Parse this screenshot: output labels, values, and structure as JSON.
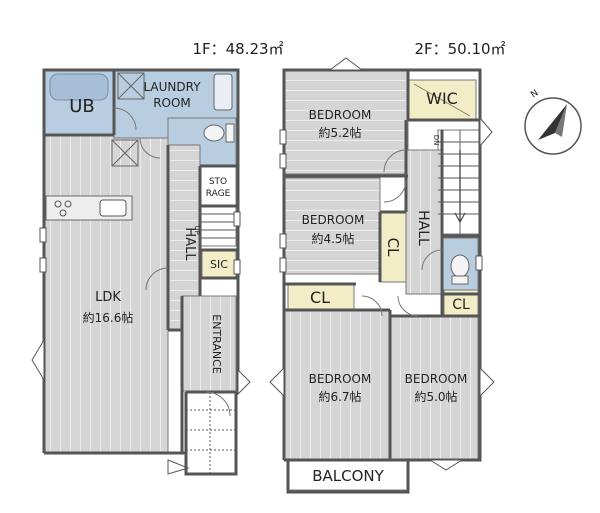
{
  "floors": {
    "first": {
      "title": "1F：48.23㎡",
      "rooms": {
        "ub": "UB",
        "laundry": [
          "LAUNDRY",
          "ROOM"
        ],
        "storage": [
          "STO",
          "RAGE"
        ],
        "hall": "HALL",
        "up": "UP",
        "sic": "SIC",
        "ldk": [
          "LDK",
          "約16.6帖"
        ],
        "entrance": "ENTRANCE"
      }
    },
    "second": {
      "title": "2F：50.10㎡",
      "rooms": {
        "wic": "WIC",
        "bedroom1": [
          "BEDROOM",
          "約5.2帖"
        ],
        "dn": "DN",
        "bedroom2": [
          "BEDROOM",
          "約4.5帖"
        ],
        "cl_vertical": "CL",
        "hall": "HALL",
        "cl_left": "CL",
        "cl_right": "CL",
        "bedroom3": [
          "BEDROOM",
          "約6.7帖"
        ],
        "bedroom4": [
          "BEDROOM",
          "約5.0帖"
        ],
        "balcony": "BALCONY"
      }
    }
  },
  "compass": {
    "label": "N",
    "icon": "north-arrow-icon"
  },
  "colors": {
    "floor_fill": "#d5d5d5",
    "wet_area": "#b9cde0",
    "closet": "#f2edc6",
    "wall": "#555555",
    "background": "#ffffff"
  }
}
